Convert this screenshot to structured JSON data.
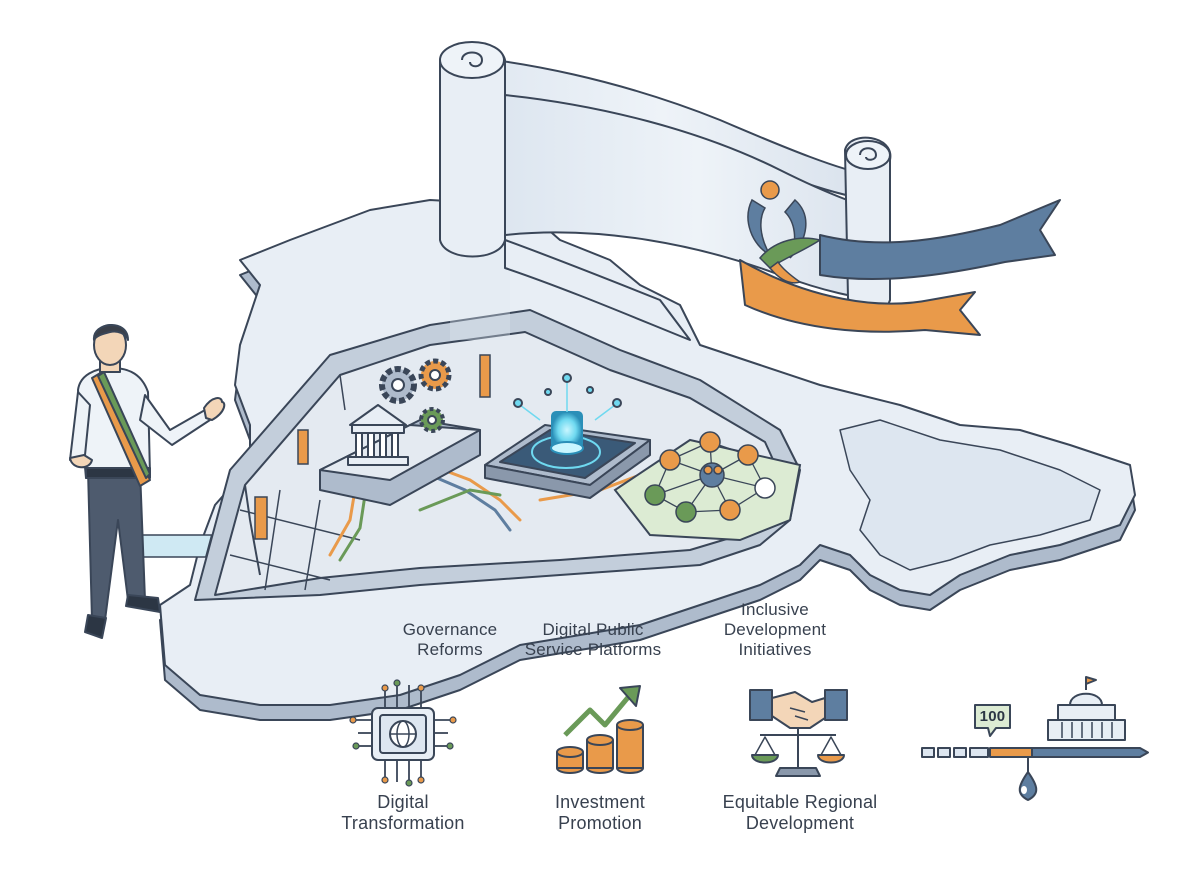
{
  "map_labels": {
    "governance": "Governance\nReforms",
    "digital_platforms": "Digital Public\nService Platforms",
    "inclusive": "Inclusive\nDevelopment\nInitiatives"
  },
  "bottom_labels": {
    "digital_transformation": "Digital\nTransformation",
    "investment_promotion": "Investment\nPromotion",
    "equitable_development": "Equitable Regional\nDevelopment"
  },
  "timeline": {
    "counter": "100"
  },
  "colors": {
    "outline": "#3a4658",
    "map_fill": "#e8eef5",
    "map_side": "#aebbcc",
    "saffron": "#e99a4a",
    "green": "#6a9a58",
    "blue_ribbon": "#5e7ea0",
    "glow": "#6fd9f0"
  },
  "icons": [
    "gear-icon",
    "parliament-icon",
    "tablet-icon",
    "network-icon",
    "globe-chip-icon",
    "growth-coins-icon",
    "handshake-scale-icon",
    "building-icon",
    "water-drop-icon"
  ]
}
